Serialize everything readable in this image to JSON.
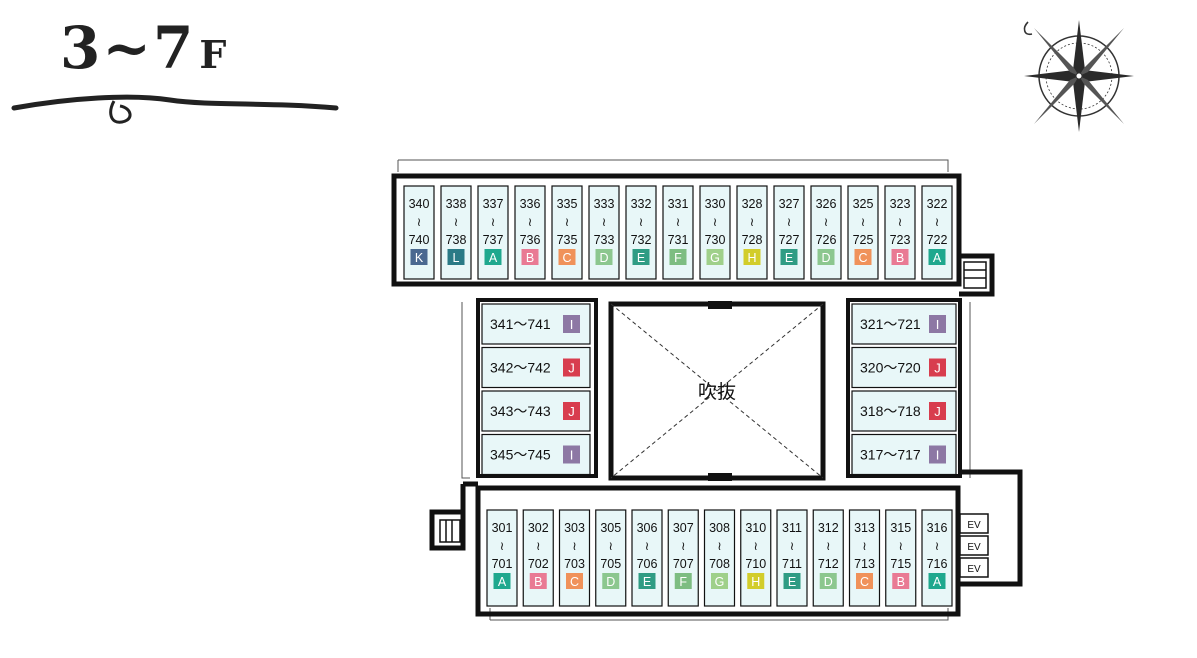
{
  "header": {
    "floor_label": "3~7",
    "floor_suffix": "F"
  },
  "center_label": "吹抜",
  "wave": "≀",
  "type_colors": {
    "A": "#1fa88e",
    "B": "#e97a94",
    "C": "#f0925a",
    "D": "#8cc78f",
    "E": "#2f9c84",
    "F": "#7dbd82",
    "G": "#9fd08a",
    "H": "#d2cd2a",
    "I": "#8d78a4",
    "J": "#d83d4e",
    "K": "#4a6890",
    "L": "#2a7a86"
  },
  "top_row": [
    {
      "top": "340",
      "bottom": "740",
      "type": "K"
    },
    {
      "top": "338",
      "bottom": "738",
      "type": "L"
    },
    {
      "top": "337",
      "bottom": "737",
      "type": "A"
    },
    {
      "top": "336",
      "bottom": "736",
      "type": "B"
    },
    {
      "top": "335",
      "bottom": "735",
      "type": "C"
    },
    {
      "top": "333",
      "bottom": "733",
      "type": "D"
    },
    {
      "top": "332",
      "bottom": "732",
      "type": "E"
    },
    {
      "top": "331",
      "bottom": "731",
      "type": "F"
    },
    {
      "top": "330",
      "bottom": "730",
      "type": "G"
    },
    {
      "top": "328",
      "bottom": "728",
      "type": "H"
    },
    {
      "top": "327",
      "bottom": "727",
      "type": "E"
    },
    {
      "top": "326",
      "bottom": "726",
      "type": "D"
    },
    {
      "top": "325",
      "bottom": "725",
      "type": "C"
    },
    {
      "top": "323",
      "bottom": "723",
      "type": "B"
    },
    {
      "top": "322",
      "bottom": "722",
      "type": "A"
    }
  ],
  "bottom_row": [
    {
      "top": "301",
      "bottom": "701",
      "type": "A"
    },
    {
      "top": "302",
      "bottom": "702",
      "type": "B"
    },
    {
      "top": "303",
      "bottom": "703",
      "type": "C"
    },
    {
      "top": "305",
      "bottom": "705",
      "type": "D"
    },
    {
      "top": "306",
      "bottom": "706",
      "type": "E"
    },
    {
      "top": "307",
      "bottom": "707",
      "type": "F"
    },
    {
      "top": "308",
      "bottom": "708",
      "type": "G"
    },
    {
      "top": "310",
      "bottom": "710",
      "type": "H"
    },
    {
      "top": "311",
      "bottom": "711",
      "type": "E"
    },
    {
      "top": "312",
      "bottom": "712",
      "type": "D"
    },
    {
      "top": "313",
      "bottom": "713",
      "type": "C"
    },
    {
      "top": "315",
      "bottom": "715",
      "type": "B"
    },
    {
      "top": "316",
      "bottom": "716",
      "type": "A"
    }
  ],
  "left_rooms": [
    {
      "label": "341〜741",
      "type": "I"
    },
    {
      "label": "342〜742",
      "type": "J"
    },
    {
      "label": "343〜743",
      "type": "J"
    },
    {
      "label": "345〜745",
      "type": "I"
    }
  ],
  "right_rooms": [
    {
      "label": "321〜721",
      "type": "I"
    },
    {
      "label": "320〜720",
      "type": "J"
    },
    {
      "label": "318〜718",
      "type": "J"
    },
    {
      "label": "317〜717",
      "type": "I"
    }
  ],
  "elevators": [
    "EV",
    "EV",
    "EV"
  ]
}
